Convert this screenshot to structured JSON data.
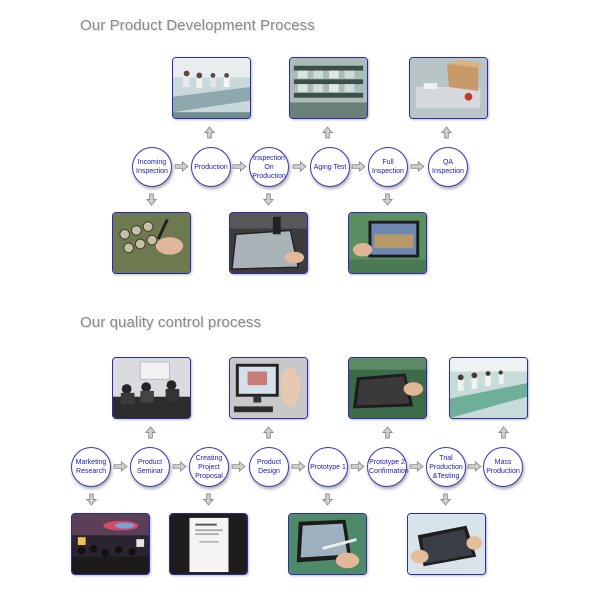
{
  "colors": {
    "node_border": "#3a3ab8",
    "node_text": "#1b1bb0",
    "title_text": "#8a8a8a",
    "arrow_fill": "#d0d0d0",
    "arrow_stroke": "#8e8e8e"
  },
  "section1": {
    "title": "Our Product Development Process",
    "steps": [
      "Incoming Inspection",
      "Production",
      "Inspection On Production",
      "Aging Test",
      "Full Inspection",
      "QA Inspection"
    ]
  },
  "section2": {
    "title": "Our quality control process",
    "steps": [
      "Marketing Research",
      "Product Seminar",
      "Creating Project Proposal",
      "Product Design",
      "Prototype 1",
      "Prototype 2 Confirmation",
      "Trial Production &Testing",
      "Mass Production"
    ]
  },
  "icons": {
    "arrow_right": "arrow-right-icon",
    "arrow_up": "arrow-up-icon",
    "arrow_down": "arrow-down-icon"
  }
}
